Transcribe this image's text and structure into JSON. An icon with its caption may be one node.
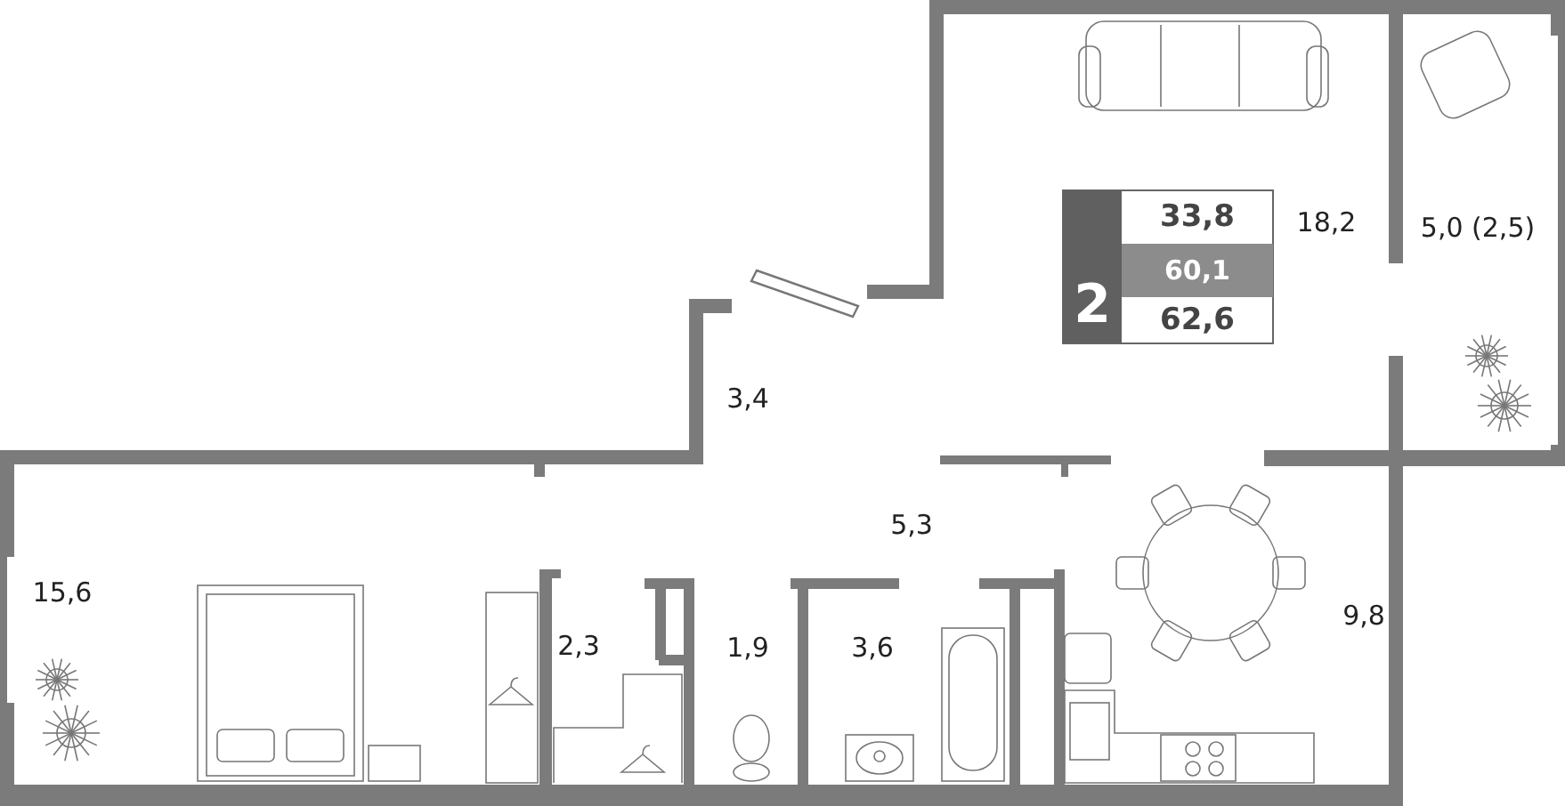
{
  "diagram": {
    "labels": [
      "33,8",
      "60,1",
      "2",
      "62,6",
      "18,2",
      "5,0 (2,5)",
      "3,4",
      "5,3",
      "15,6",
      "2,3",
      "1,9",
      "3,6",
      "9,8"
    ]
  }
}
